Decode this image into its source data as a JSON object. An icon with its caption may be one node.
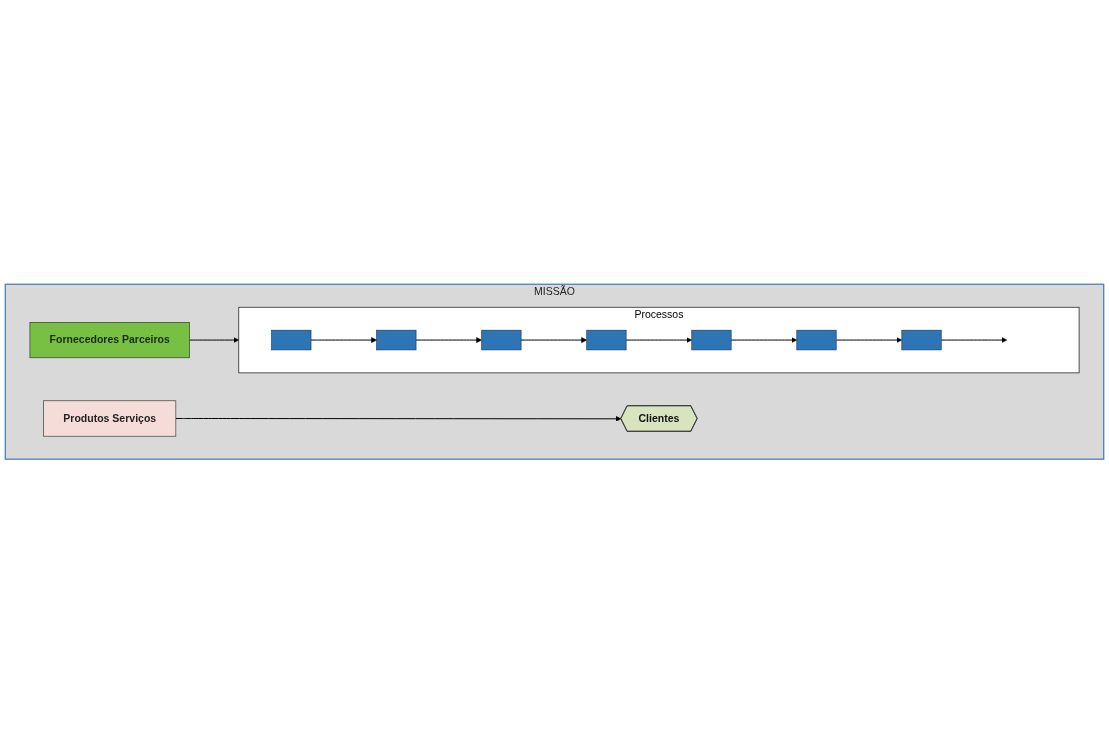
{
  "diagram": {
    "nodes": [
      {
        "text": [
          "MISSÃO"
        ]
      },
      {
        "text": [
          "Processos"
        ],
        "in": 0
      },
      {
        "text": [],
        "shape": "box",
        "in": 1
      },
      {
        "text": [],
        "shape": "box",
        "in": 1
      },
      {
        "text": [],
        "shape": "box",
        "in": 1
      },
      {
        "text": [],
        "shape": "box",
        "in": 1
      },
      {
        "text": [],
        "shape": "box",
        "in": 1
      },
      {
        "text": [],
        "shape": "box",
        "in": 1
      },
      {
        "text": [],
        "shape": "box",
        "in": 1
      },
      {
        "text": [
          "Fornecedores Parceiros"
        ],
        "in": 0
      },
      {
        "text": [
          "Produtos Serviços"
        ],
        "in": 0
      },
      {
        "text": [
          "Clientes"
        ],
        "in": 0
      }
    ],
    "edges": [
      {
        "from": 9,
        "to": 1,
        "arrow": "to"
      },
      {
        "from": 2,
        "to": 3,
        "arrow": "to"
      },
      {
        "from": 3,
        "to": 4,
        "arrow": "to"
      },
      {
        "from": 4,
        "to": 5,
        "arrow": "to"
      },
      {
        "from": 5,
        "to": 6,
        "arrow": "to"
      },
      {
        "from": 6,
        "to": 7,
        "arrow": "to"
      },
      {
        "from": 7,
        "to": 8,
        "arrow": "to"
      },
      {
        "from": 8,
        "to": null,
        "arrow": "to"
      },
      {
        "from": 10,
        "to": 11,
        "arrow": "to"
      }
    ]
  }
}
